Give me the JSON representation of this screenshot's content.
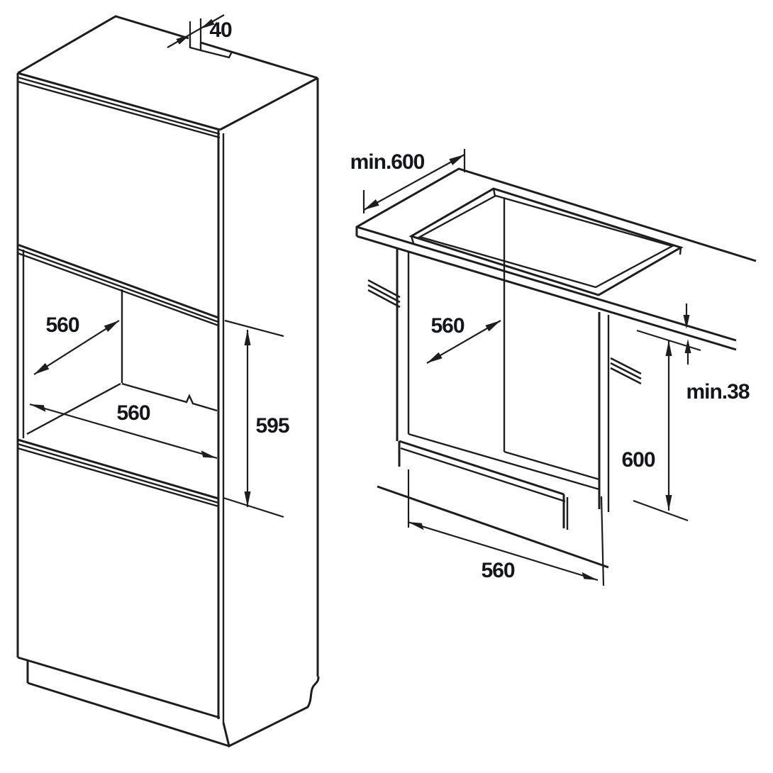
{
  "page": {
    "type": "installation-dimension-diagram",
    "background": "#ffffff"
  },
  "colors": {
    "line": "#1d1d1f",
    "text": "#15151d"
  },
  "left_diagram": {
    "name": "tall-cabinet-built-in-niche",
    "dimensions": {
      "top_vent_gap": {
        "label": "40"
      },
      "niche_depth": {
        "label": "560"
      },
      "niche_width": {
        "label": "560"
      },
      "niche_height": {
        "label": "595"
      }
    }
  },
  "right_diagram": {
    "name": "under-worktop-niche",
    "dimensions": {
      "worktop_depth": {
        "label": "min.600"
      },
      "niche_depth": {
        "label": "560"
      },
      "worktop_thickness": {
        "label": "min.38"
      },
      "niche_height": {
        "label": "600"
      },
      "niche_width": {
        "label": "560"
      }
    }
  }
}
